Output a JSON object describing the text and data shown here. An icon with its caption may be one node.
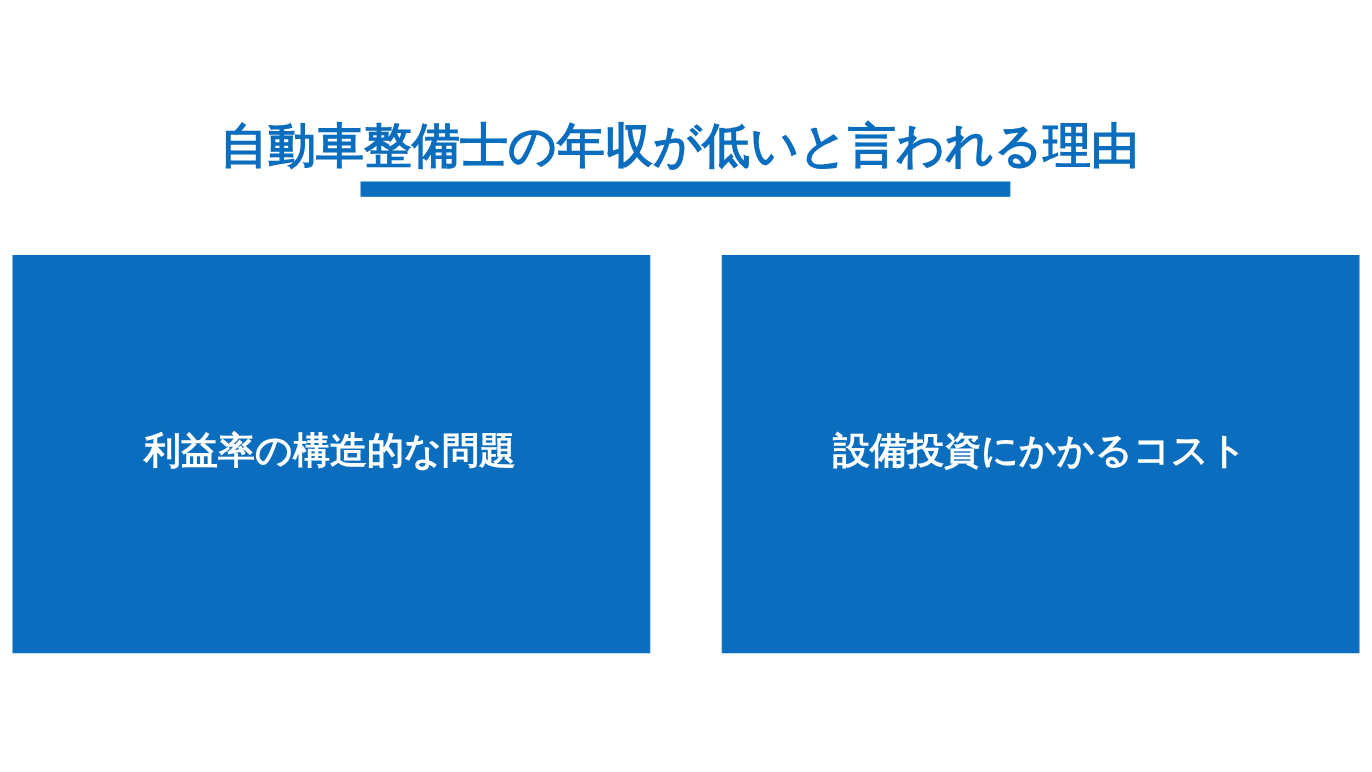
{
  "diagram": {
    "title": "自動車整備士の年収が低いと言われる理由",
    "nodes": [
      {
        "text": [
          "利益率の構造的な問題"
        ]
      },
      {
        "text": [
          "設備投資にかかるコスト"
        ]
      }
    ]
  }
}
